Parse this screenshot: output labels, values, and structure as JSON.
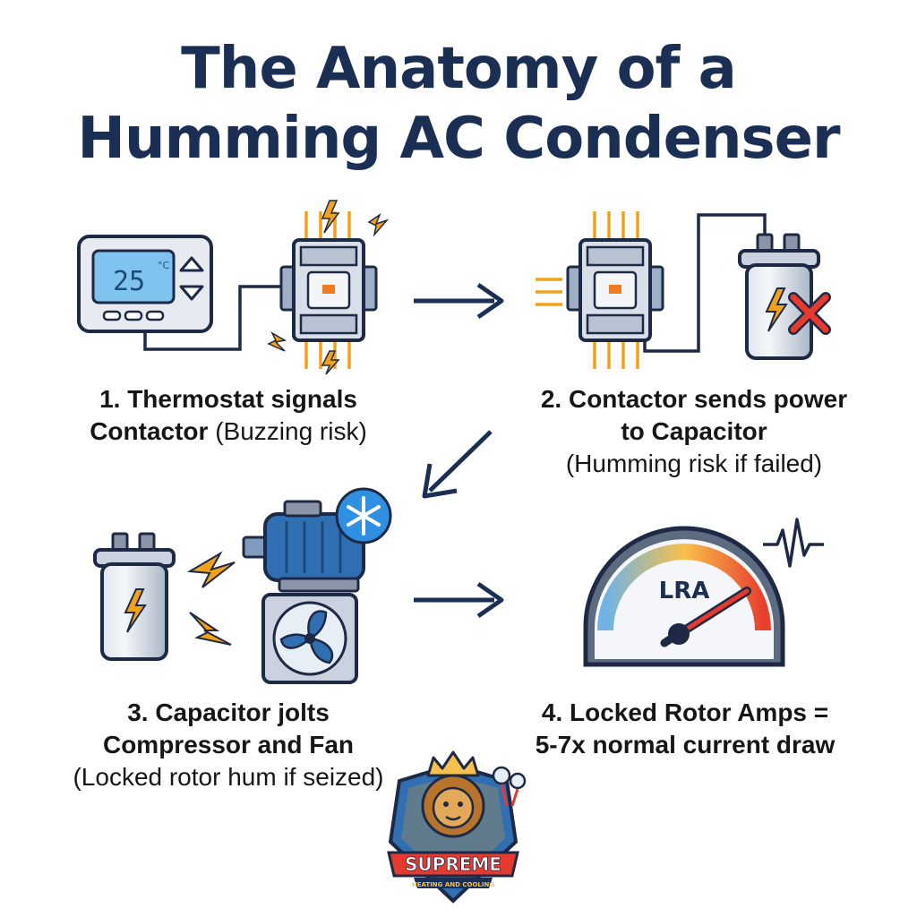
{
  "title": {
    "line1": "The Anatomy of a",
    "line2": "Humming AC Condenser"
  },
  "steps": [
    {
      "lead": "1. Thermostat signals",
      "bold2": "Contactor",
      "normal2": " (Buzzing risk)"
    },
    {
      "lead": "2. Contactor sends power",
      "line2": "to Capacitor",
      "line3": "(Humming risk if failed)"
    },
    {
      "lead": "3. Capacitor jolts",
      "line2": "Compressor and Fan",
      "line3": "(Locked rotor hum if seized)"
    },
    {
      "lead": "4. Locked Rotor Amps =",
      "line2": "5-7x normal current draw"
    }
  ],
  "thermostat": {
    "temperature": "25",
    "unit": "°C"
  },
  "gauge": {
    "label": "LRA"
  },
  "logo": {
    "name": "SUPREME",
    "tagline": "HEATING AND COOLING"
  },
  "colors": {
    "navy": "#1b2f55",
    "outline": "#1e2a45",
    "spark": "#f4a11a",
    "fault": "#e63a2e",
    "screen": "#7fc4ee",
    "metal": "#c9d2de"
  },
  "icons": [
    "thermostat-icon",
    "contactor-icon",
    "capacitor-icon",
    "failed-x-icon",
    "motor-icon",
    "snowflake-icon",
    "fan-icon",
    "gauge-icon",
    "waveform-icon",
    "lightning-icon",
    "arrow-icon",
    "lion-logo-icon"
  ]
}
